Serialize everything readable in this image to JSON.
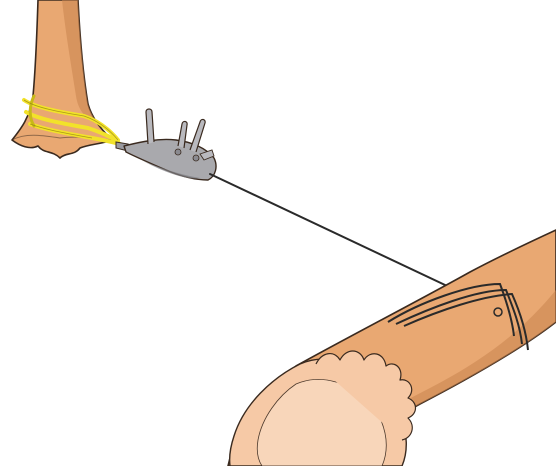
{
  "illustration": {
    "colors": {
      "background": "#ffffff",
      "bark": "#e9a872",
      "bark_shadow": "#c9834e",
      "wood_face": "#f6c9a6",
      "wood_face_inner": "#f9d8bd",
      "sling": "#f2e22a",
      "sling_shadow": "#c9b916",
      "winch_body": "#a9a9ad",
      "winch_shadow": "#7d7d82",
      "cable": "#2a2a2a",
      "outline": "#3a2a1f"
    },
    "parts": [
      "anchor-tree-stump",
      "tree-sling",
      "hand-winch",
      "winch-cable",
      "log"
    ]
  }
}
